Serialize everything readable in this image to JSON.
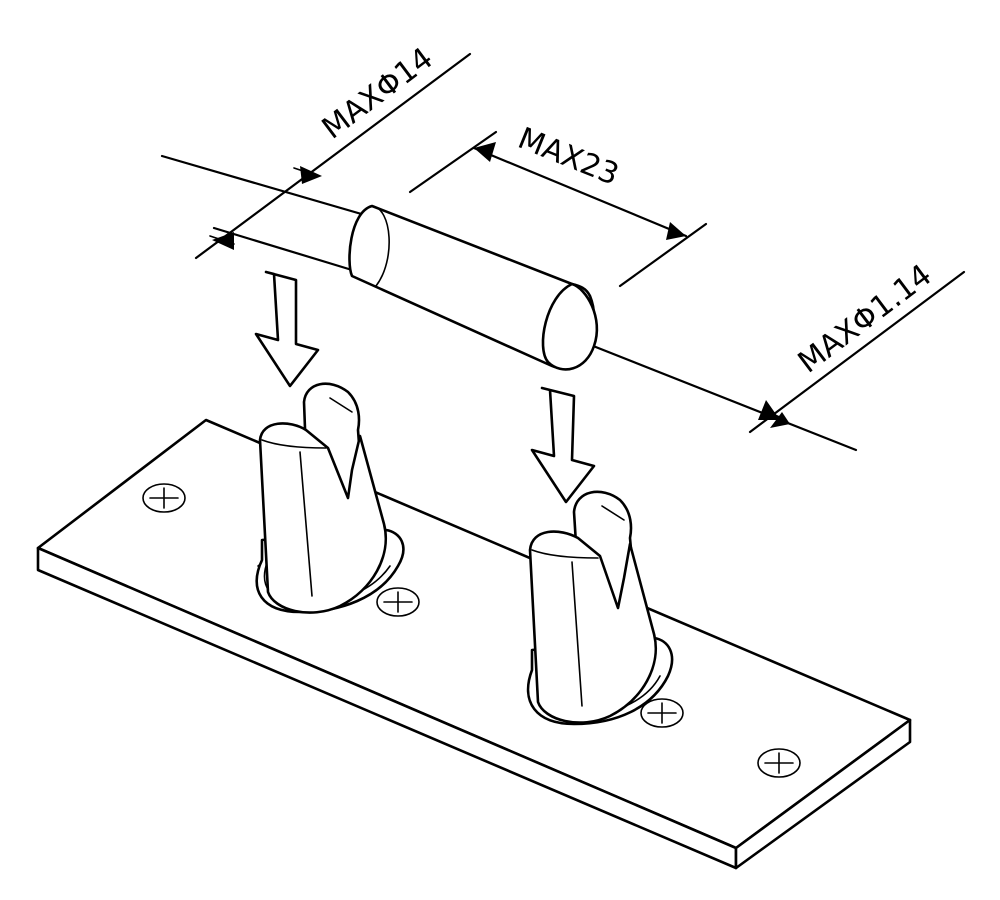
{
  "labels": {
    "lead_diameter": "MAXΦ14",
    "body_length": "MAX23",
    "body_diameter": "MAXΦ1.14"
  },
  "colors": {
    "ink": "#000000",
    "paper": "#ffffff"
  },
  "icons": [
    "arrow-down-icon",
    "screw-hole-icon"
  ]
}
